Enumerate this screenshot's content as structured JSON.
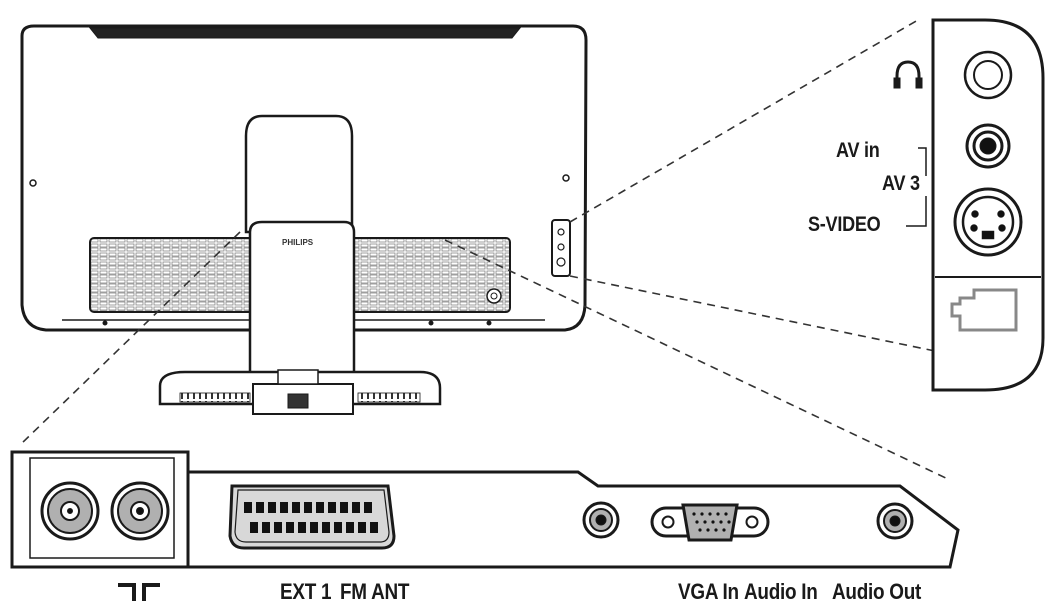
{
  "brand": "PHILIPS",
  "side_panel": {
    "headphone_icon": "headphones-icon",
    "av_in": "AV in",
    "av3": "AV 3",
    "svideo": "S-VIDEO"
  },
  "bottom_labels": {
    "antenna_symbol_icon": "antenna-symbol-icon",
    "ext_1": "EXT 1",
    "fm_ant": "FM ANT",
    "vga_in": "VGA In",
    "audio_in": "Audio In",
    "audio_out": "Audio Out"
  },
  "colors": {
    "line": "#1a1a1a",
    "panel_fill": "#ffffff",
    "shade": "#b0b0b0"
  }
}
